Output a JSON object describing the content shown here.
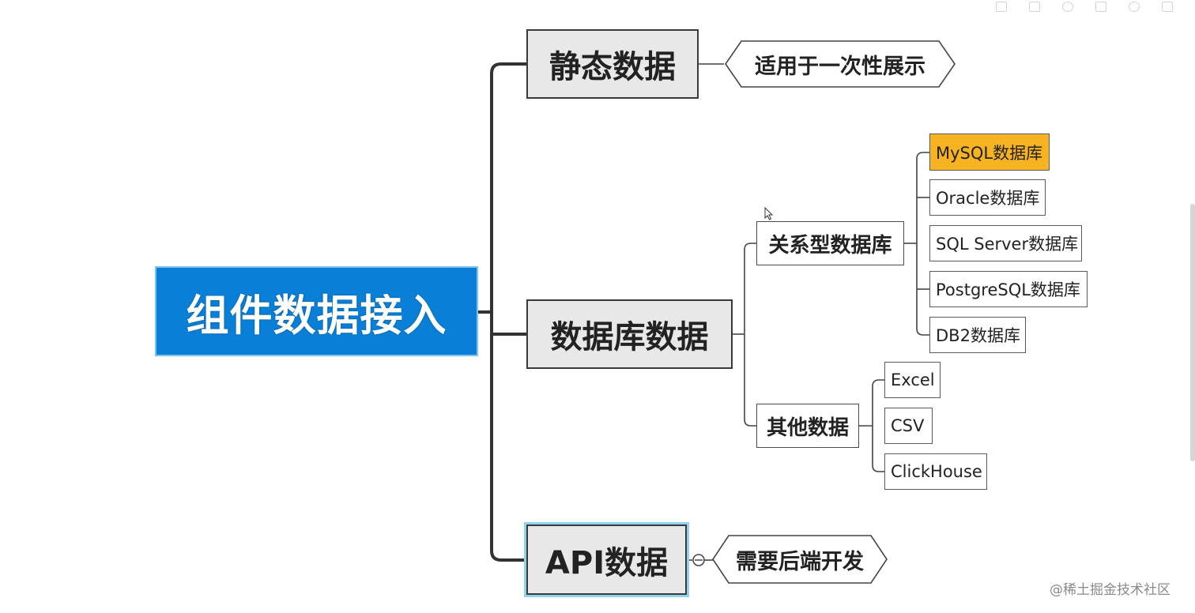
{
  "root": {
    "label": "组件数据接入"
  },
  "branches": {
    "static": {
      "label": "静态数据",
      "note": "适用于一次性展示"
    },
    "database": {
      "label": "数据库数据",
      "relational": {
        "label": "关系型数据库",
        "items": [
          "MySQL数据库",
          "Oracle数据库",
          "SQL Server数据库",
          "PostgreSQL数据库",
          "DB2数据库"
        ]
      },
      "other": {
        "label": "其他数据",
        "items": [
          "Excel",
          "CSV",
          "ClickHouse"
        ]
      }
    },
    "api": {
      "label": "API数据",
      "note": "需要后端开发"
    }
  },
  "colors": {
    "root_bg": "#0a7fd7",
    "highlight": "#f7b321",
    "main_bg": "#e8e8e8",
    "selected_ring": "#8fd3ee"
  },
  "watermark": "@稀土掘金技术社区",
  "icons": [
    "toolbar-icons",
    "mouse-cursor-icon",
    "collapse-circle-icon"
  ]
}
